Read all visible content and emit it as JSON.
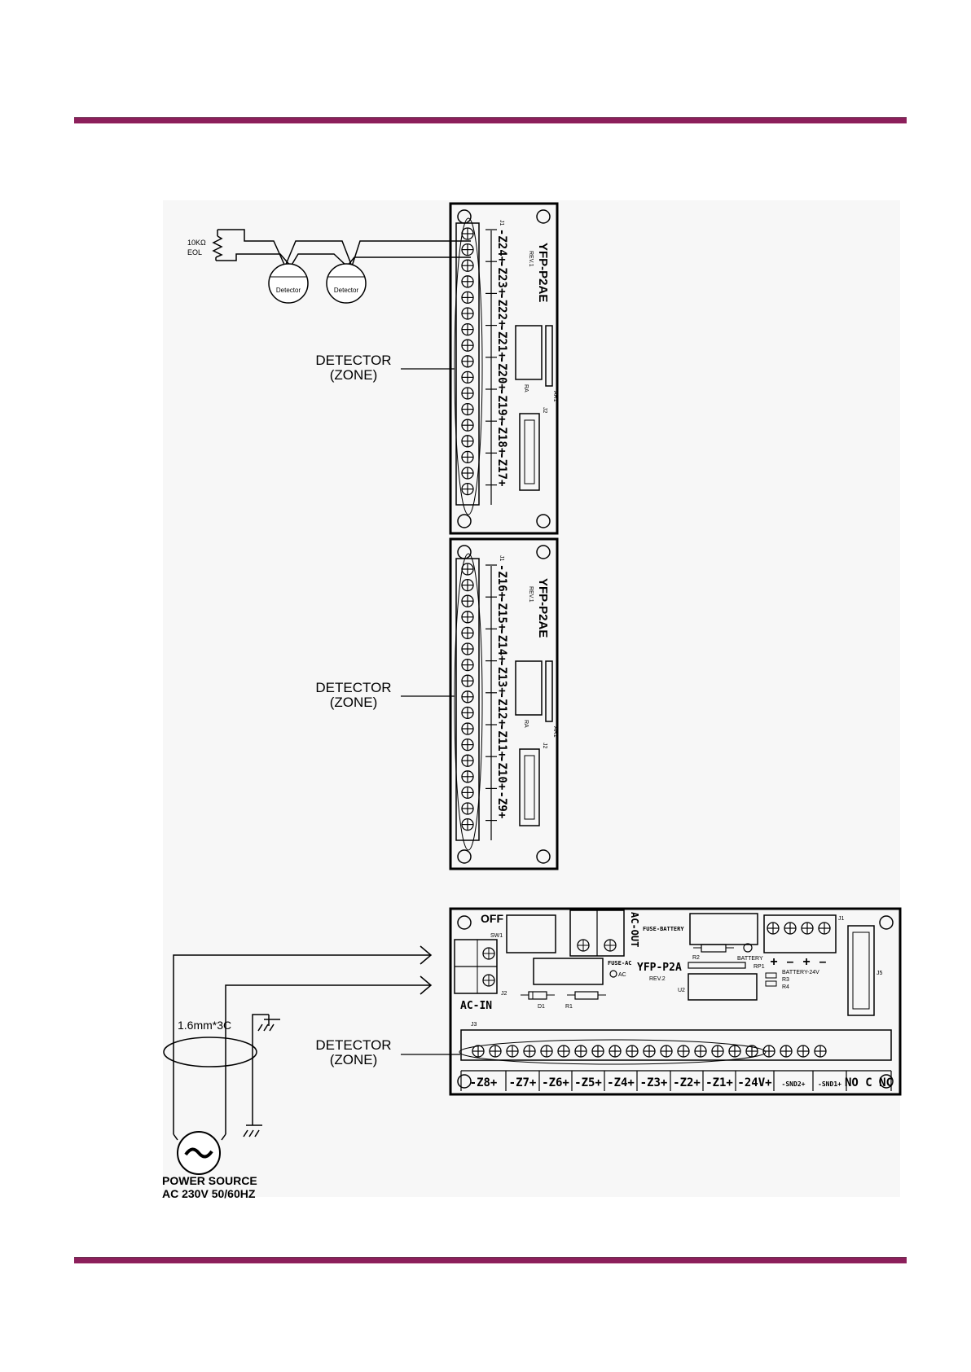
{
  "colors": {
    "rule": "#8c1f5b",
    "panel_bg": "#f7f7f7"
  },
  "eol_resistor": {
    "value": "10KΩ",
    "label": "EOL"
  },
  "detector_label": "Detector",
  "zone_callout": {
    "line1": "DETECTOR",
    "line2": "(ZONE)"
  },
  "board_top": {
    "model": "YFP-P2AE",
    "rev": "REV.1",
    "connector": "J1",
    "zones": [
      "-Z24+",
      "-Z23+",
      "-Z22+",
      "-Z21+",
      "-Z20+",
      "-Z19+",
      "-Z18+",
      "-Z17+"
    ],
    "ra": "RA",
    "ar1": "AR1",
    "j2": "J2"
  },
  "board_mid": {
    "model": "YFP-P2AE",
    "rev": "REV.1",
    "connector": "J1",
    "zones": [
      "-Z16+",
      "-Z15+",
      "-Z14+",
      "-Z13+",
      "-Z12+",
      "-Z11+",
      "-Z10+",
      "-Z9+"
    ],
    "ra": "RA",
    "ar1": "AR1",
    "j2": "J2"
  },
  "board_main": {
    "model": "YFP-P2A",
    "rev": "REV.2",
    "off": "OFF",
    "sw1": "SW1",
    "ac_in": "AC-IN",
    "j2": "J2",
    "ac_out": "AC-OUT",
    "fuse_battery": "FUSE-BATTERY",
    "fuse_ac": "FUSE-AC",
    "ac_mark": "AC",
    "r2": "R2",
    "battery": "BATTERY",
    "rp1": "RP1",
    "u2": "U2",
    "d1": "D1",
    "r1": "R1",
    "j1": "J1",
    "battery_24v": "BATTERY-24V",
    "r3": "R3",
    "r4": "R4",
    "j5": "J5",
    "j3": "J3",
    "batt_signs": [
      "+",
      "–",
      "+",
      "–"
    ],
    "terminals": [
      "-Z8+",
      "-Z7+",
      "-Z6+",
      "-Z5+",
      "-Z4+",
      "-Z3+",
      "-Z2+",
      "-Z1+",
      "-24V+",
      "-SND2+",
      "-SND1+",
      "NO C NC"
    ]
  },
  "cable_label": "1.6mm*3C",
  "power": {
    "line1": "POWER SOURCE",
    "line2": "AC 230V 50/60HZ"
  }
}
